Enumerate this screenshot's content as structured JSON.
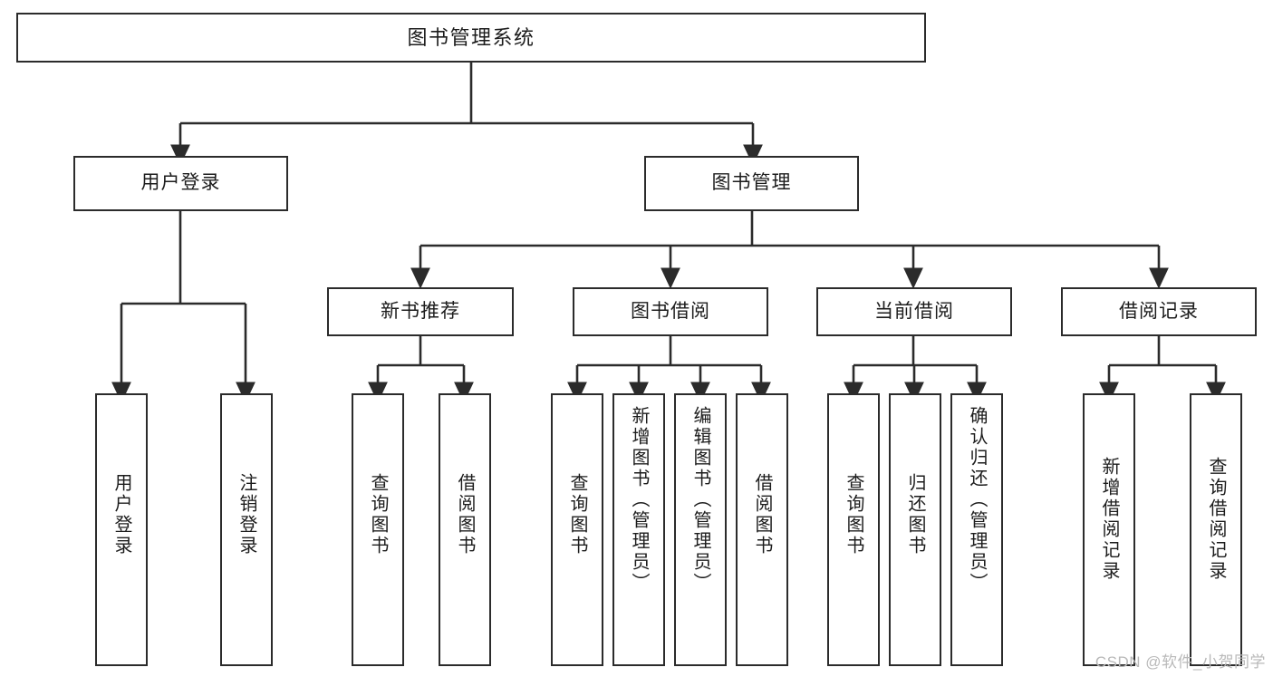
{
  "diagram": {
    "title": "图书管理系统",
    "type": "tree",
    "watermark": "CSDN @软件_小贺同学",
    "colors": {
      "box_border": "#2b2b2b",
      "box_fill": "#ffffff",
      "edge": "#2b2b2b",
      "text": "#1c1c1c",
      "watermark": "#b9b9b9"
    },
    "nodes": {
      "root": {
        "label": "图书管理系统"
      },
      "level2": [
        {
          "id": "user-login",
          "label": "用户登录"
        },
        {
          "id": "book-manage",
          "label": "图书管理"
        }
      ],
      "level3": [
        {
          "id": "new-book-recommend",
          "label": "新书推荐"
        },
        {
          "id": "book-borrow",
          "label": "图书借阅"
        },
        {
          "id": "current-borrow",
          "label": "当前借阅"
        },
        {
          "id": "borrow-record",
          "label": "借阅记录"
        }
      ],
      "leaves": {
        "user-login": [
          {
            "id": "leaf-user-login",
            "label": "用户登录"
          },
          {
            "id": "leaf-logout-login",
            "label": "注销登录"
          }
        ],
        "new-book-recommend": [
          {
            "id": "leaf-query-book-1",
            "label": "查询图书"
          },
          {
            "id": "leaf-borrow-book-1",
            "label": "借阅图书"
          }
        ],
        "book-borrow": [
          {
            "id": "leaf-query-book-2",
            "label": "查询图书"
          },
          {
            "id": "leaf-add-book-admin",
            "label": "新增图书（管理员）"
          },
          {
            "id": "leaf-edit-book-admin",
            "label": "编辑图书（管理员）"
          },
          {
            "id": "leaf-borrow-book-2",
            "label": "借阅图书"
          }
        ],
        "current-borrow": [
          {
            "id": "leaf-query-book-3",
            "label": "查询图书"
          },
          {
            "id": "leaf-return-book",
            "label": "归还图书"
          },
          {
            "id": "leaf-confirm-return-admin",
            "label": "确认归还（管理员）"
          }
        ],
        "borrow-record": [
          {
            "id": "leaf-add-borrow-record",
            "label": "新增借阅记录"
          },
          {
            "id": "leaf-query-borrow-record",
            "label": "查询借阅记录"
          }
        ]
      }
    }
  }
}
